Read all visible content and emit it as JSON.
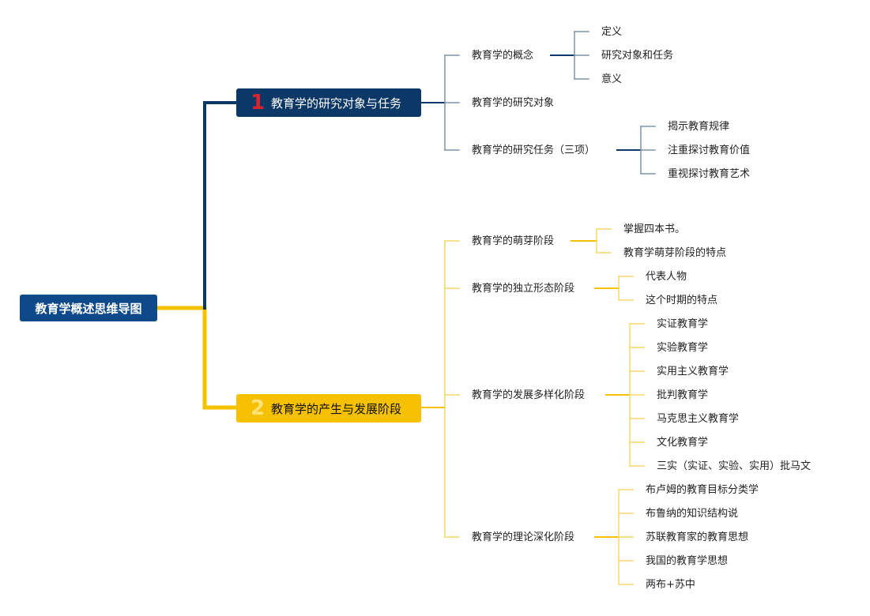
{
  "root": {
    "label": "教育学概述思维导图"
  },
  "colors": {
    "navy": "#0c3868",
    "yellow": "#f6c100",
    "root_bg": "#0e4a8a",
    "badge_red": "#d8242f"
  },
  "branches": [
    {
      "num": "1",
      "label": "教育学的研究对象与任务",
      "children": [
        {
          "label": "教育学的概念",
          "children": [
            "定义",
            "研究对象和任务",
            "意义"
          ]
        },
        {
          "label": "教育学的研究对象",
          "children": []
        },
        {
          "label": "教育学的研究任务（三项）",
          "children": [
            "揭示教育规律",
            "注重探讨教育价值",
            "重视探讨教育艺术"
          ]
        }
      ]
    },
    {
      "num": "2",
      "label": "教育学的产生与发展阶段",
      "children": [
        {
          "label": "教育学的萌芽阶段",
          "children": [
            "掌握四本书。",
            "教育学萌芽阶段的特点"
          ]
        },
        {
          "label": "教育学的独立形态阶段",
          "children": [
            "代表人物",
            "这个时期的特点"
          ]
        },
        {
          "label": "教育学的发展多样化阶段",
          "children": [
            "实证教育学",
            "实验教育学",
            "实用主义教育学",
            "批判教育学",
            "马克思主义教育学",
            "文化教育学",
            "三实（实证、实验、实用）批马文"
          ]
        },
        {
          "label": "教育学的理论深化阶段",
          "children": [
            "布卢姆的教育目标分类学",
            "布鲁纳的知识结构说",
            "苏联教育家的教育思想",
            "我国的教育学思想",
            "两布+苏中"
          ]
        }
      ]
    }
  ]
}
